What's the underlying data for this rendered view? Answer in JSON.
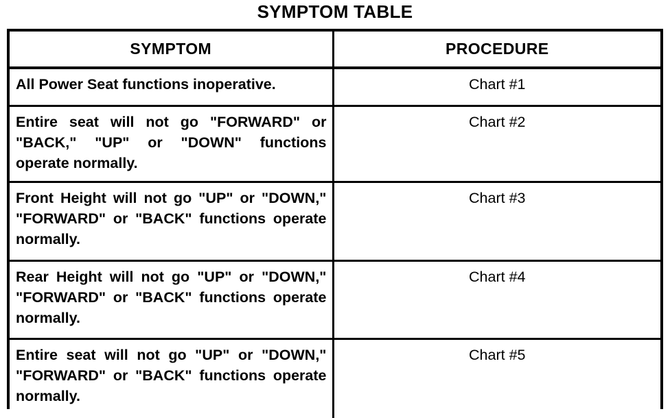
{
  "document": {
    "title": "SYMPTOM TABLE",
    "colors": {
      "ink": "#000000",
      "paper": "#ffffff"
    }
  },
  "table": {
    "columns": [
      {
        "key": "symptom",
        "header": "SYMPTOM"
      },
      {
        "key": "procedure",
        "header": "PROCEDURE"
      }
    ],
    "rows": [
      {
        "symptom": "All Power Seat functions inoperative.",
        "procedure": "Chart #1"
      },
      {
        "symptom": "Entire seat will not go \"FORWARD\" or \"BACK,\" \"UP\" or \"DOWN\" functions operate normally.",
        "procedure": "Chart #2"
      },
      {
        "symptom": "Front Height will not go \"UP\" or \"DOWN,\" \"FORWARD\" or \"BACK\" functions operate normally.",
        "procedure": "Chart #3"
      },
      {
        "symptom": "Rear Height will not go \"UP\" or \"DOWN,\" \"FORWARD\" or \"BACK\" functions operate normally.",
        "procedure": "Chart #4"
      },
      {
        "symptom": "Entire seat will not go \"UP\" or \"DOWN,\" \"FORWARD\" or \"BACK\" functions operate normally.",
        "procedure": "Chart #5"
      }
    ]
  }
}
